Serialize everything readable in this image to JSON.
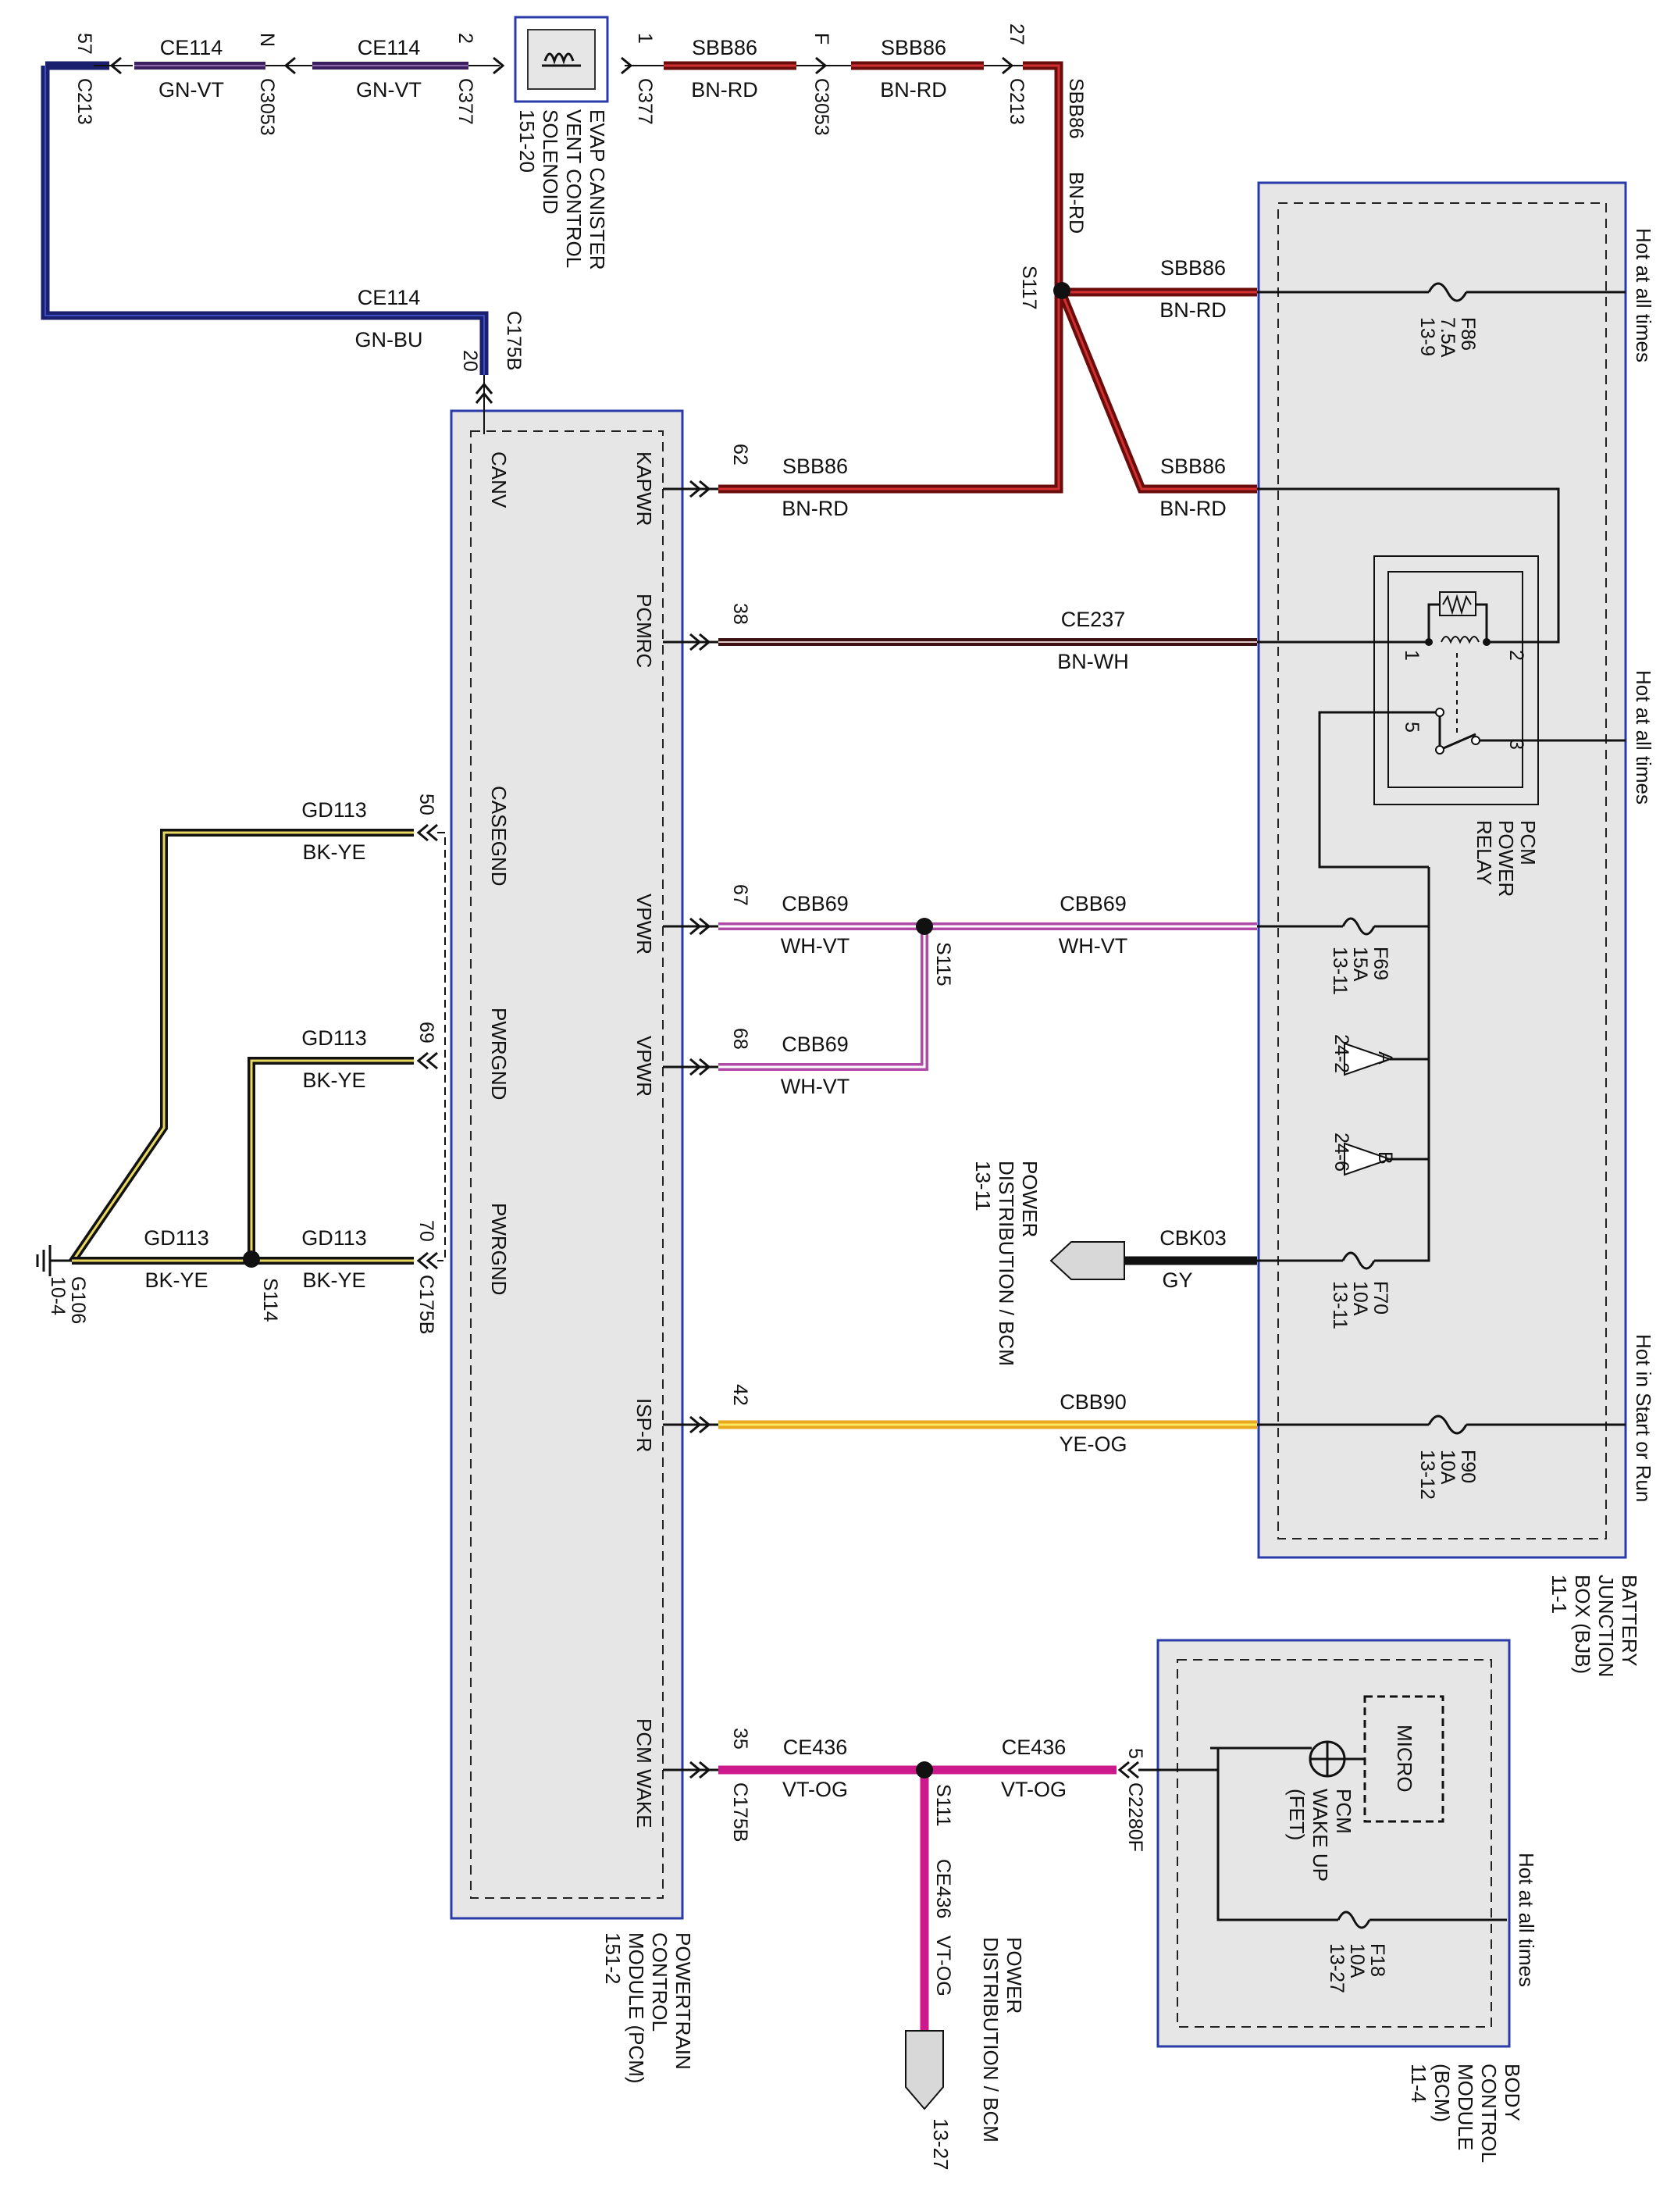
{
  "diagram": {
    "components": {
      "evap_solenoid": [
        "EVAP CANISTER",
        "VENT CONTROL",
        "SOLENOID",
        "151-20"
      ],
      "pcm": [
        "POWERTRAIN",
        "CONTROL",
        "MODULE (PCM)",
        "151-2"
      ],
      "bjb": [
        "BATTERY",
        "JUNCTION",
        "BOX (BJB)",
        "11-1"
      ],
      "bcm": [
        "BODY",
        "CONTROL",
        "MODULE",
        "(BCM)",
        "11-4"
      ],
      "pcm_relay": [
        "PCM",
        "POWER",
        "RELAY"
      ],
      "micro": "MICRO",
      "fet": [
        "PCM",
        "WAKE UP",
        "(FET)"
      ],
      "ground": [
        "G106",
        "10-4"
      ],
      "pd_bcm_1": [
        "POWER",
        "DISTRIBUTION / BCM",
        "13-11"
      ],
      "pd_bcm_2": [
        "POWER",
        "DISTRIBUTION / BCM"
      ],
      "pd_bcm_2_ref": "13-27"
    },
    "hot_labels": {
      "top": "Hot at all times",
      "relay": "Hot at all times",
      "start_run": "Hot in Start or Run",
      "bcm": "Hot at all times"
    },
    "pcm_pins": {
      "canv": "CANV",
      "kapwr": "KAPWR",
      "pcmrc": "PCMRC",
      "casegnd": "CASEGND",
      "vpwr1": "VPWR",
      "vpwr2": "VPWR",
      "pwrgnd1": "PWRGND",
      "pwrgnd2": "PWRGND",
      "ispr": "ISP-R",
      "pcmwake": "PCM WAKE"
    },
    "pin_numbers": {
      "p57": "57",
      "pN": "N",
      "p2": "2",
      "p1": "1",
      "pF": "F",
      "p27": "27",
      "p20": "20",
      "p62": "62",
      "p38": "38",
      "p50": "50",
      "p67": "67",
      "p68": "68",
      "p69": "69",
      "p70": "70",
      "p42": "42",
      "p35": "35",
      "p5": "5",
      "r1": "1",
      "r2": "2",
      "r3": "3",
      "r5": "5"
    },
    "connectors": {
      "c213a": "C213",
      "c3053a": "C3053",
      "c377a": "C377",
      "c377b": "C377",
      "c3053b": "C3053",
      "c213b": "C213",
      "c175b_top": "C175B",
      "c175b_gnd": "C175B",
      "c175b_wake": "C175B",
      "c2280f": "C2280F"
    },
    "splices": {
      "s117": "S117",
      "s115": "S115",
      "s114": "S114",
      "s111": "S111"
    },
    "circuits": {
      "ce114": "CE114",
      "gn_vt": "GN-VT",
      "gn_bu": "GN-BU",
      "sbb86": "SBB86",
      "bn_rd": "BN-RD",
      "ce237": "CE237",
      "bn_wh": "BN-WH",
      "gd113": "GD113",
      "bk_ye": "BK-YE",
      "cbb69": "CBB69",
      "wh_vt": "WH-VT",
      "cbk03": "CBK03",
      "gy": "GY",
      "cbb90": "CBB90",
      "ye_og": "YE-OG",
      "ce436": "CE436",
      "vt_og": "VT-OG"
    },
    "fuses": {
      "f86": [
        "F86",
        "7.5A",
        "13-9"
      ],
      "f69": [
        "F69",
        "15A",
        "13-11"
      ],
      "f70": [
        "F70",
        "10A",
        "13-11"
      ],
      "f90": [
        "F90",
        "10A",
        "13-12"
      ],
      "f18": [
        "F18",
        "10A",
        "13-27"
      ]
    },
    "refs": {
      "a": "A",
      "a_ref": "24-2",
      "b": "B",
      "b_ref": "24-6"
    },
    "colors": {
      "wire_dark_blue": "#1a1f6e",
      "wire_blue": "#1d2a8f",
      "wire_red": "#b01515",
      "wire_magenta": "#cc1a8c",
      "wire_yellow": "#e8c21a",
      "module_fill": "#e6e6e6",
      "module_border": "#2a3aa8"
    }
  }
}
